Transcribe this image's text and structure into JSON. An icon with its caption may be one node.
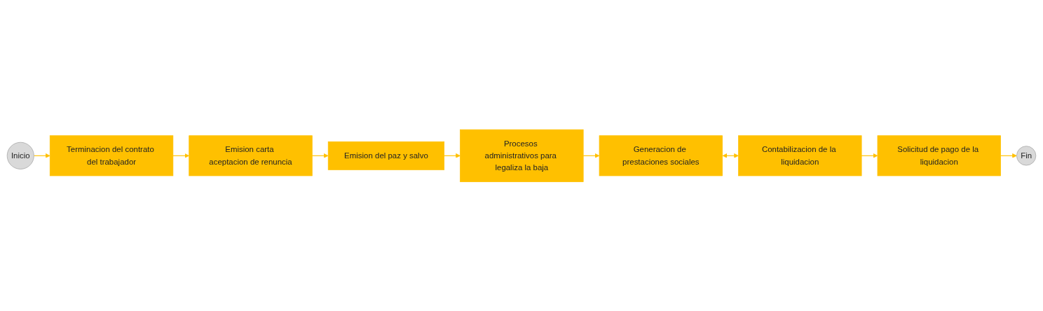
{
  "diagram": {
    "nodes": [
      {
        "text": [
          "Inicio"
        ]
      },
      {
        "text": [
          "Terminacion del contrato del trabajador"
        ]
      },
      {
        "text": [
          "Emision carta aceptacion de renuncia"
        ]
      },
      {
        "text": [
          "Emision del paz y salvo"
        ]
      },
      {
        "text": [
          "Procesos administrativos para legaliza la baja"
        ]
      },
      {
        "text": [
          "Generacion de prestaciones sociales"
        ]
      },
      {
        "text": [
          "Contabilizacion de la liquidacion"
        ]
      },
      {
        "text": [
          "Solicitud de pago de la liquidacion"
        ]
      },
      {
        "text": [
          "Fin"
        ]
      }
    ],
    "edges": [
      {
        "from": 0,
        "to": 1,
        "arrow": "to"
      },
      {
        "from": 1,
        "to": 2,
        "arrow": "to"
      },
      {
        "from": 2,
        "to": 3,
        "arrow": "to"
      },
      {
        "from": 3,
        "to": 4,
        "arrow": "to"
      },
      {
        "from": 4,
        "to": 5,
        "arrow": "to"
      },
      {
        "from": 5,
        "to": 6,
        "arrow": "both"
      },
      {
        "from": 6,
        "to": 7,
        "arrow": "to"
      },
      {
        "from": 7,
        "to": 8,
        "arrow": "to"
      }
    ]
  }
}
